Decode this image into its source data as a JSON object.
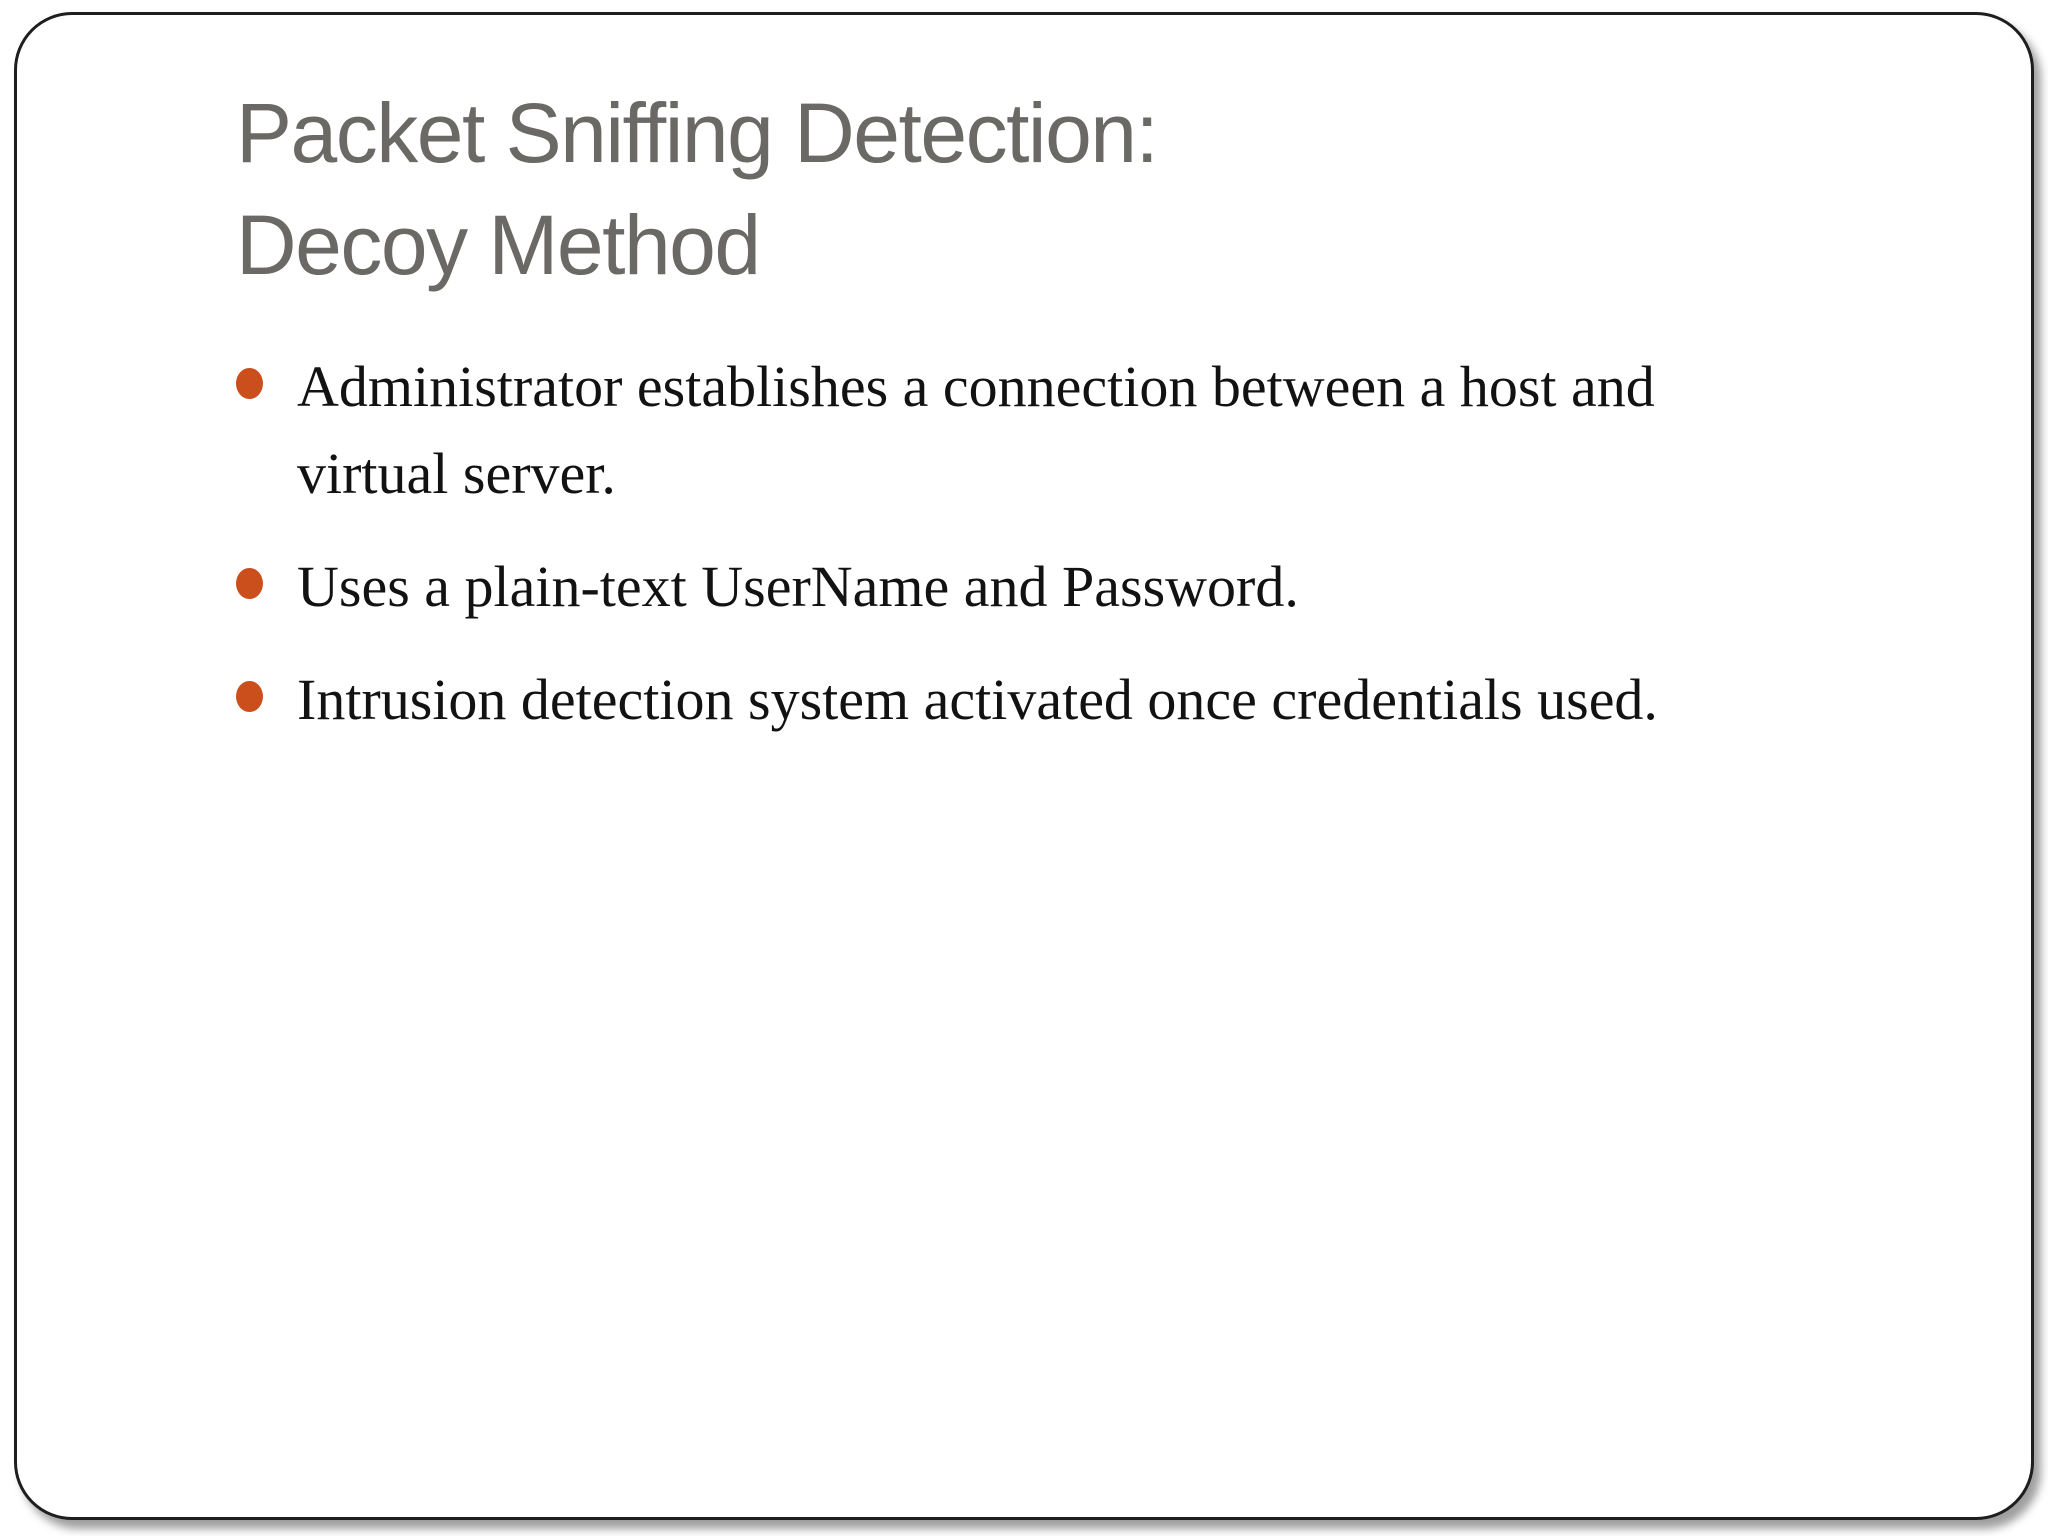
{
  "slide": {
    "title": {
      "line1": "Packet Sniffing Detection:",
      "line2": "Decoy Method"
    },
    "bullets": [
      {
        "lines": [
          "Administrator establishes a connection between a host and",
          "virtual server."
        ]
      },
      {
        "lines": [
          "Uses a plain-text UserName and Password."
        ]
      },
      {
        "lines": [
          "Intrusion detection system activated once credentials used."
        ]
      }
    ],
    "colors": {
      "title_text": "#6b6965",
      "body_text": "#121212",
      "bullet_marker": "#cb4e1d",
      "slide_border": "#1e1e1e",
      "background": "#ffffff"
    }
  }
}
